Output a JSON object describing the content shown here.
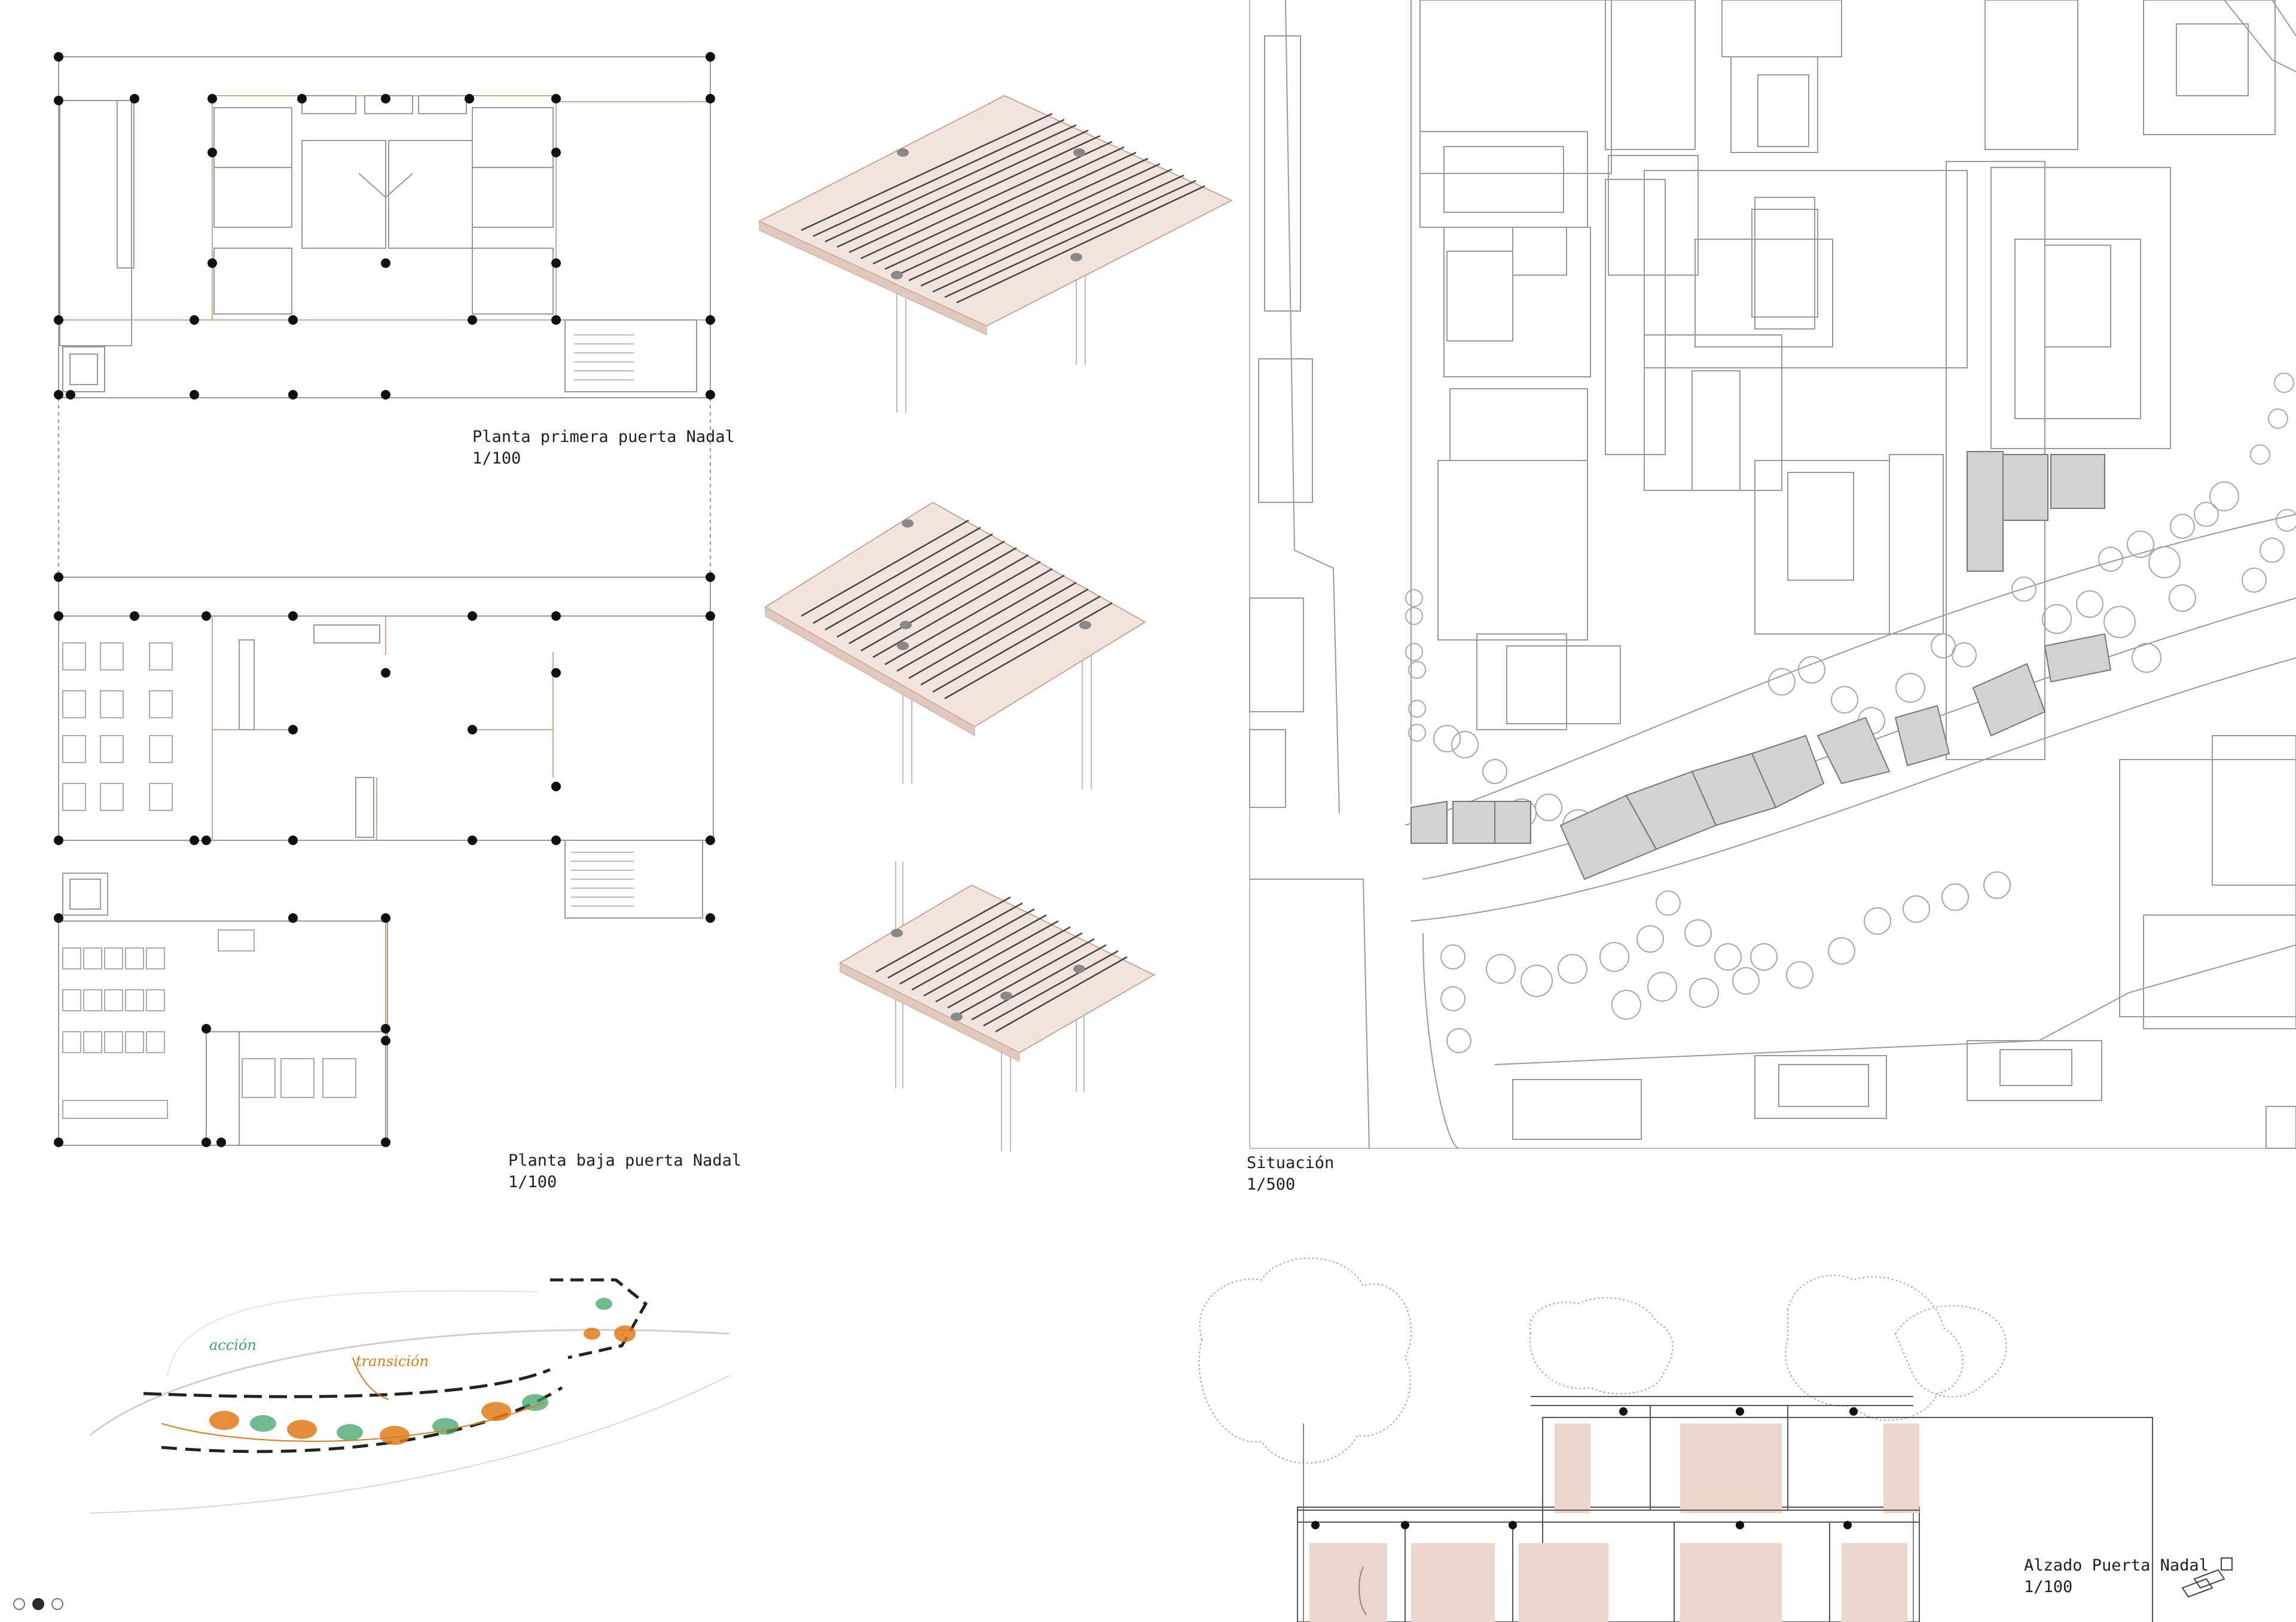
{
  "captions": {
    "first_floor": {
      "title": "Planta primera puerta Nadal",
      "scale": "1/100"
    },
    "ground_floor": {
      "title": "Planta baja puerta Nadal",
      "scale": "1/100"
    },
    "site": {
      "title": "Situación",
      "scale": "1/500"
    },
    "elevation": {
      "title": "Alzado Puerta Nadal",
      "scale": "1/100"
    }
  },
  "sketch": {
    "label_green": "acción",
    "label_orange": "transición"
  },
  "pager": {
    "pages": 3,
    "active": 2
  },
  "colors": {
    "line": "#9a9a9a",
    "dark_line": "#222222",
    "column": "#111111",
    "accent": "#d7a58a",
    "panel": "#f1e4df",
    "panel_edge": "#c9a69a",
    "infill": "#ead6cc",
    "tree": "#a8a8a8",
    "sketch_green": "#3fa36a",
    "sketch_orange": "#e07a1a",
    "pavilion_grey": "#d2d2d2"
  }
}
